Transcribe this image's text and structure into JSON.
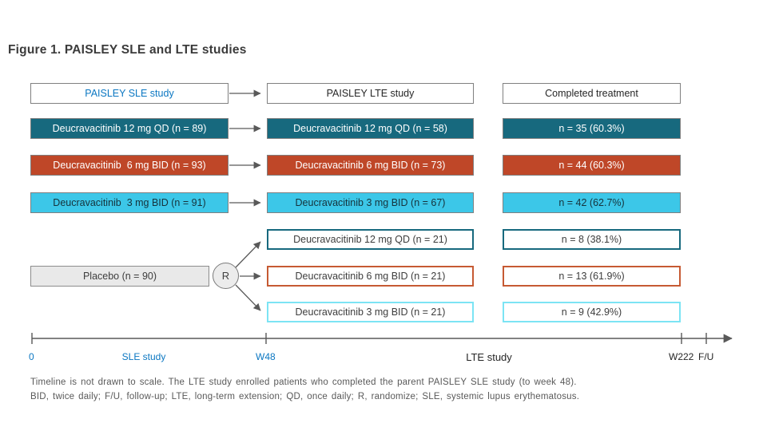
{
  "title": "Figure 1. PAISLEY SLE and LTE studies",
  "headers": {
    "sle": "PAISLEY SLE study",
    "lte": "PAISLEY LTE study",
    "completed": "Completed treatment"
  },
  "arms": [
    {
      "name": "deucravacitinib-12mg-qd",
      "sle": "Deucravacitinib 12 mg QD (n = 89)",
      "lte": "Deucravacitinib 12 mg QD (n = 58)",
      "completed": "n = 35 (60.3%)"
    },
    {
      "name": "deucravacitinib-6mg-bid",
      "sle": "Deucravacitinib  6 mg BID (n = 93)",
      "lte": "Deucravacitinib 6 mg BID (n = 73)",
      "completed": "n = 44 (60.3%)"
    },
    {
      "name": "deucravacitinib-3mg-bid",
      "sle": "Deucravacitinib  3 mg BID (n = 91)",
      "lte": "Deucravacitinib 3 mg BID (n = 67)",
      "completed": "n = 42 (62.7%)"
    },
    {
      "name": "placebo-to-12mg-qd",
      "lte": "Deucravacitinib 12 mg QD (n = 21)",
      "completed": "n = 8 (38.1%)"
    },
    {
      "name": "placebo-to-6mg-bid",
      "lte": "Deucravacitinib 6 mg BID (n = 21)",
      "completed": "n = 13 (61.9%)"
    },
    {
      "name": "placebo-to-3mg-bid",
      "lte": "Deucravacitinib 3 mg BID (n = 21)",
      "completed": "n = 9 (42.9%)"
    }
  ],
  "placebo": {
    "label": "Placebo (n = 90)",
    "randomize_symbol": "R"
  },
  "timeline": {
    "tick_start": "0",
    "tick_w48": "W48",
    "tick_w222": "W222",
    "tick_fu": "F/U",
    "sle_label": "SLE study",
    "lte_label": "LTE study"
  },
  "footnote_line1": "Timeline is not drawn to scale. The LTE study enrolled patients who completed the parent PAISLEY SLE study (to week 48).",
  "footnote_line2": "BID, twice daily; F/U, follow-up; LTE, long-term extension; QD, once daily; R, randomize; SLE, systemic lupus erythematosus.",
  "colors": {
    "teal": "#17697E",
    "red": "#BF4728",
    "cyan": "#3CC7E8",
    "cyan_light_border": "#7CE4F4",
    "red_outline_border": "#C65A33",
    "accent_blue_text": "#0B77C2",
    "placebo_gray": "#E9E9E9",
    "arrow_line_gray": "#595959",
    "box_border_gray": "#808080"
  }
}
